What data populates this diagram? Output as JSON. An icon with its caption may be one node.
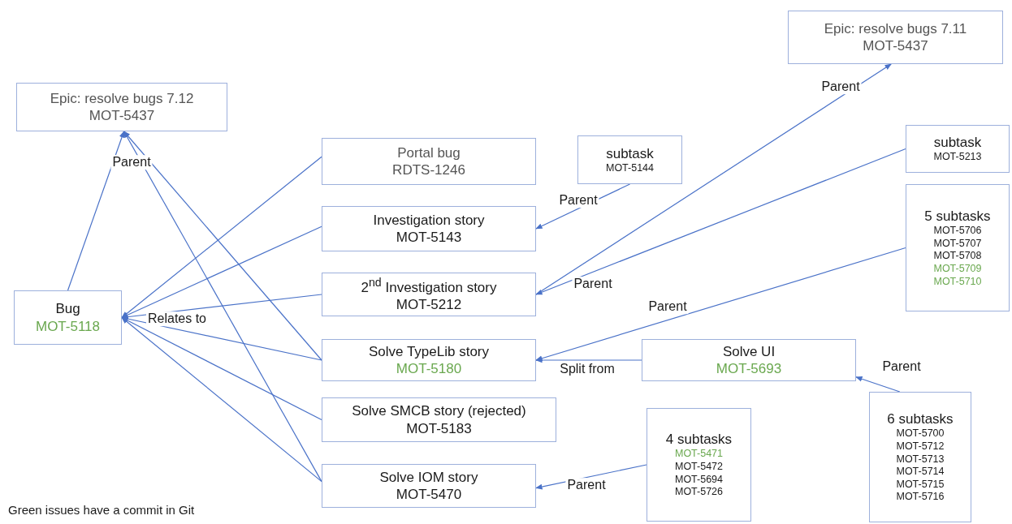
{
  "diagram": {
    "nodes": [
      {
        "text": [
          "Epic: resolve bugs 7.12",
          "MOT-5437"
        ]
      },
      {
        "text": [
          "Bug",
          "MOT-5118"
        ]
      },
      {
        "text": [
          "Portal bug",
          "RDTS-1246"
        ]
      },
      {
        "text": [
          "subtask",
          "MOT-5144"
        ]
      },
      {
        "text": [
          "Investigation story",
          "MOT-5143"
        ]
      },
      {
        "text": [
          "2$^{nd}$ Investigation story",
          "MOT-5212"
        ]
      },
      {
        "text": [
          "Solve TypeLib story",
          "MOT-5180"
        ]
      },
      {
        "text": [
          "Solve UI",
          "MOT-5693"
        ]
      },
      {
        "text": [
          "Solve SMCB story (rejected)",
          "MOT-5183"
        ]
      },
      {
        "text": [
          "Solve IOM story",
          "MOT-5470"
        ]
      },
      {
        "text": [
          "4 subtasks",
          "MOT-5471",
          "MOT-5472",
          "MOT-5694",
          "MOT-5726"
        ]
      },
      {
        "text": [
          "Epic: resolve bugs 7.11",
          "MOT-5437"
        ]
      },
      {
        "text": [
          "subtask",
          "MOT-5213"
        ]
      },
      {
        "text": [
          "5 subtasks",
          "MOT-5706",
          "MOT-5707",
          "MOT-5708",
          "MOT-5709",
          "MOT-5710"
        ]
      },
      {
        "text": [
          "6 subtasks",
          "MOT-5700",
          "MOT-5712",
          "MOT-5713",
          "MOT-5714",
          "MOT-5715",
          "MOT-5716"
        ]
      }
    ],
    "edges": [
      {
        "from": 1,
        "to": 0,
        "arrow": "to",
        "label": "Parent"
      },
      {
        "from": 6,
        "to": 0,
        "arrow": "to"
      },
      {
        "from": 9,
        "to": 0,
        "arrow": "to"
      },
      {
        "from": 2,
        "to": 1,
        "arrow": "to"
      },
      {
        "from": 4,
        "to": 1,
        "arrow": "to"
      },
      {
        "from": 5,
        "to": 1,
        "arrow": "to",
        "label": "Relates to"
      },
      {
        "from": 6,
        "to": 1,
        "arrow": "to"
      },
      {
        "from": 8,
        "to": 1,
        "arrow": "to"
      },
      {
        "from": 9,
        "to": 1,
        "arrow": "to"
      },
      {
        "from": 3,
        "to": 4,
        "arrow": "to",
        "label": "Parent"
      },
      {
        "from": 5,
        "to": 11,
        "arrow": "to",
        "label": "Parent"
      },
      {
        "from": 12,
        "to": 5,
        "arrow": "to",
        "label": "Parent"
      },
      {
        "from": 13,
        "to": 6,
        "arrow": "to",
        "label": "Parent"
      },
      {
        "from": 7,
        "to": 6,
        "arrow": "to",
        "label": "Split from"
      },
      {
        "from": 14,
        "to": 7,
        "arrow": "to",
        "label": "Parent"
      },
      {
        "from": 10,
        "to": 9,
        "arrow": "to",
        "label": "Parent"
      }
    ],
    "labels": [
      "Green issues have a commit in Git"
    ]
  }
}
